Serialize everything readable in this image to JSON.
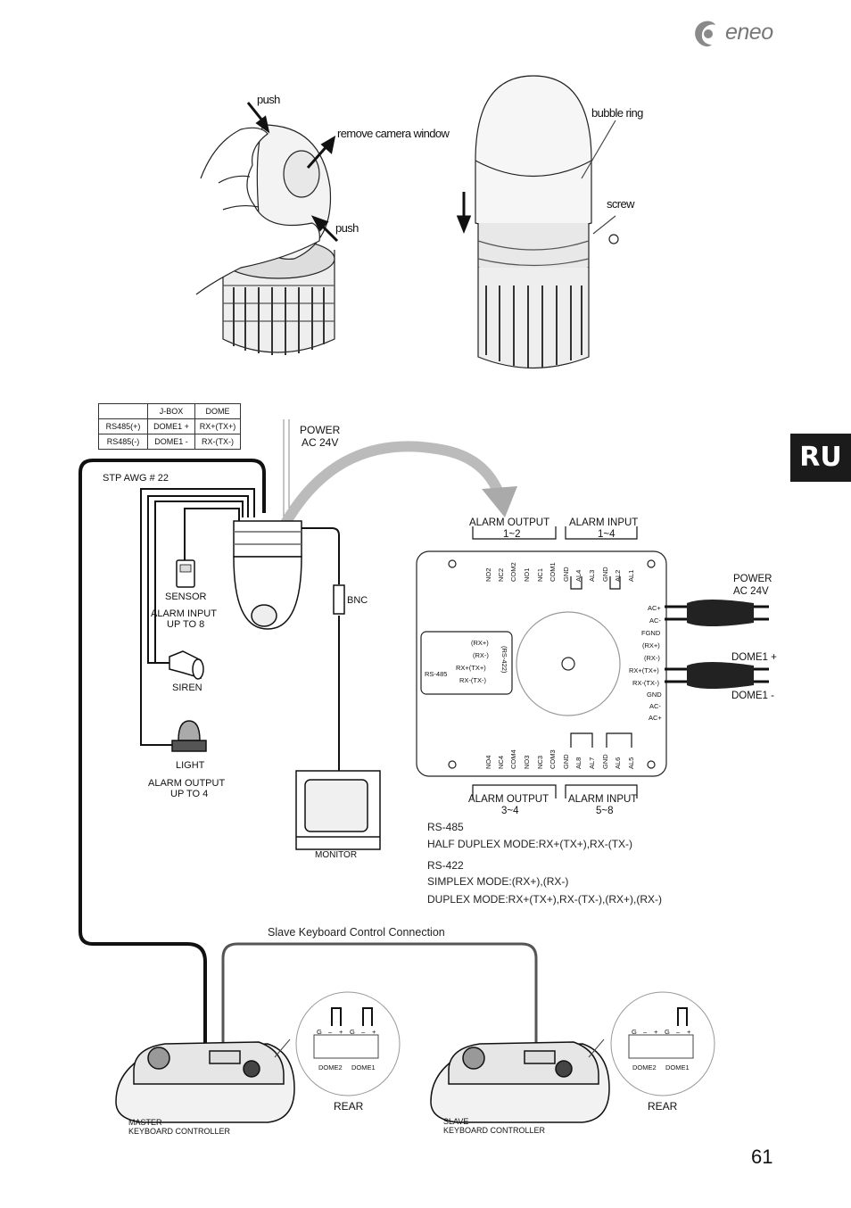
{
  "brand": {
    "name": "eneo",
    "accent": "#1b1b1b"
  },
  "language_tab": "RU",
  "page_number": "61",
  "dome_install": {
    "push_top": "push",
    "remove_window": "remove camera window",
    "push_bottom": "push",
    "bubble_ring": "bubble ring",
    "screw": "screw"
  },
  "wire_table": {
    "headers": [
      "",
      "J-BOX",
      "DOME"
    ],
    "rows": [
      [
        "RS485(+)",
        "DOME1 +",
        "RX+(TX+)"
      ],
      [
        "RS485(-)",
        "DOME1 -",
        "RX-(TX-)"
      ]
    ]
  },
  "wiring": {
    "cable": "STP AWG # 22",
    "power_line1": "POWER",
    "power_line2": "AC 24V",
    "sensor": "SENSOR",
    "alarm_input_up_to_line1": "ALARM INPUT",
    "alarm_input_up_to_line2": "UP TO 8",
    "bnc": "BNC",
    "siren": "SIREN",
    "light": "LIGHT",
    "alarm_output_up_to_line1": "ALARM OUTPUT",
    "alarm_output_up_to_line2": "UP TO 4",
    "monitor": "MONITOR"
  },
  "terminal_board": {
    "alarm_output_1_2_line1": "ALARM OUTPUT",
    "alarm_output_1_2_line2": "1~2",
    "alarm_input_1_4_line1": "ALARM INPUT",
    "alarm_input_1_4_line2": "1~4",
    "alarm_output_3_4_line1": "ALARM OUTPUT",
    "alarm_output_3_4_line2": "3~4",
    "alarm_input_5_8_line1": "ALARM INPUT",
    "alarm_input_5_8_line2": "5~8",
    "top_pins": [
      "NO2",
      "NC2",
      "COM2",
      "NO1",
      "NC1",
      "COM1",
      "GND",
      "AL4",
      "AL3",
      "GND",
      "AL2",
      "AL1"
    ],
    "bottom_pins": [
      "NO4",
      "NC4",
      "COM4",
      "NO3",
      "NC3",
      "COM3",
      "GND",
      "AL8",
      "AL7",
      "GND",
      "AL6",
      "AL5"
    ],
    "right_pins": [
      "AC+",
      "AC-",
      "FGND",
      "(RX+)",
      "(RX-)",
      "RX+(TX+)",
      "RX-(TX-)",
      "GND",
      "AC-",
      "AC+"
    ],
    "rs_box_pins": [
      "(RX+)",
      "(RX-)",
      "RX+(TX+)",
      "RX-(TX-)"
    ],
    "rs485": "RS-485",
    "rs422": "(RS-422)",
    "power_line1": "POWER",
    "power_line2": "AC 24V",
    "dome_plus": "DOME1 +",
    "dome_minus": "DOME1 -"
  },
  "modes": {
    "rs485_title": "RS-485",
    "rs485_half": "HALF DUPLEX MODE:RX+(TX+),RX-(TX-)",
    "rs422_title": "RS-422",
    "rs422_simplex": "SIMPLEX MODE:(RX+),(RX-)",
    "rs422_duplex": "DUPLEX MODE:RX+(TX+),RX-(TX-),(RX+),(RX-)"
  },
  "keyboards": {
    "slave_connection": "Slave Keyboard Control Connection",
    "master_line1": "MASTER",
    "master_line2": "KEYBOARD CONTROLLER",
    "slave_line1": "SLAVE",
    "slave_line2": "KEYBOARD CONTROLLER",
    "rear": "REAR",
    "rear_pins": [
      "G",
      "–",
      "+",
      "G",
      "–",
      "+"
    ],
    "dome2": "DOME2",
    "dome1": "DOME1"
  }
}
